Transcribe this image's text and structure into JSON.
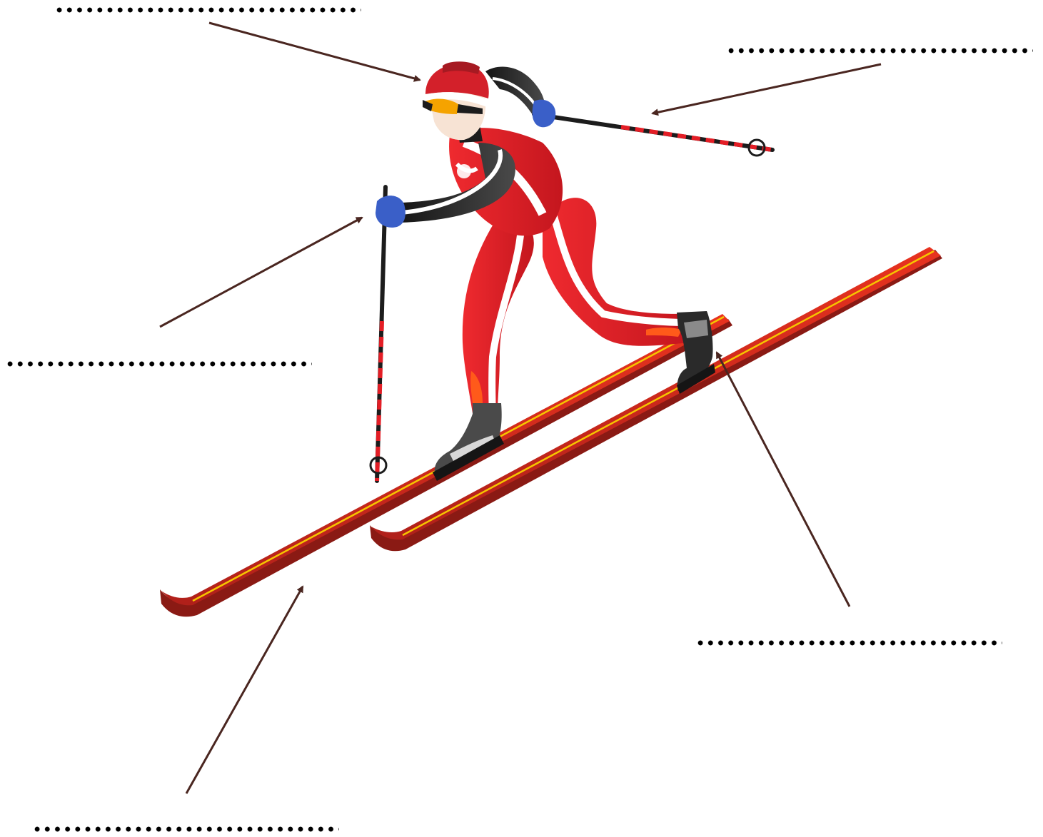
{
  "diagram": {
    "labels": [
      {
        "id": "hat",
        "answer": ""
      },
      {
        "id": "pole",
        "answer": ""
      },
      {
        "id": "glove",
        "answer": ""
      },
      {
        "id": "boot",
        "answer": ""
      },
      {
        "id": "ski",
        "answer": ""
      }
    ],
    "colors": {
      "suit": "#e41e26",
      "suit_dark": "#b5121b",
      "stripe": "#ffffff",
      "black": "#1c1c1c",
      "ski": "#d9261c",
      "ski_edge": "#f6c600",
      "ski_dark": "#8a1a14",
      "glove": "#3a5fc8",
      "arrow": "#4a2620",
      "goggle": "#f5a300",
      "skin": "#f7e3d4"
    }
  }
}
